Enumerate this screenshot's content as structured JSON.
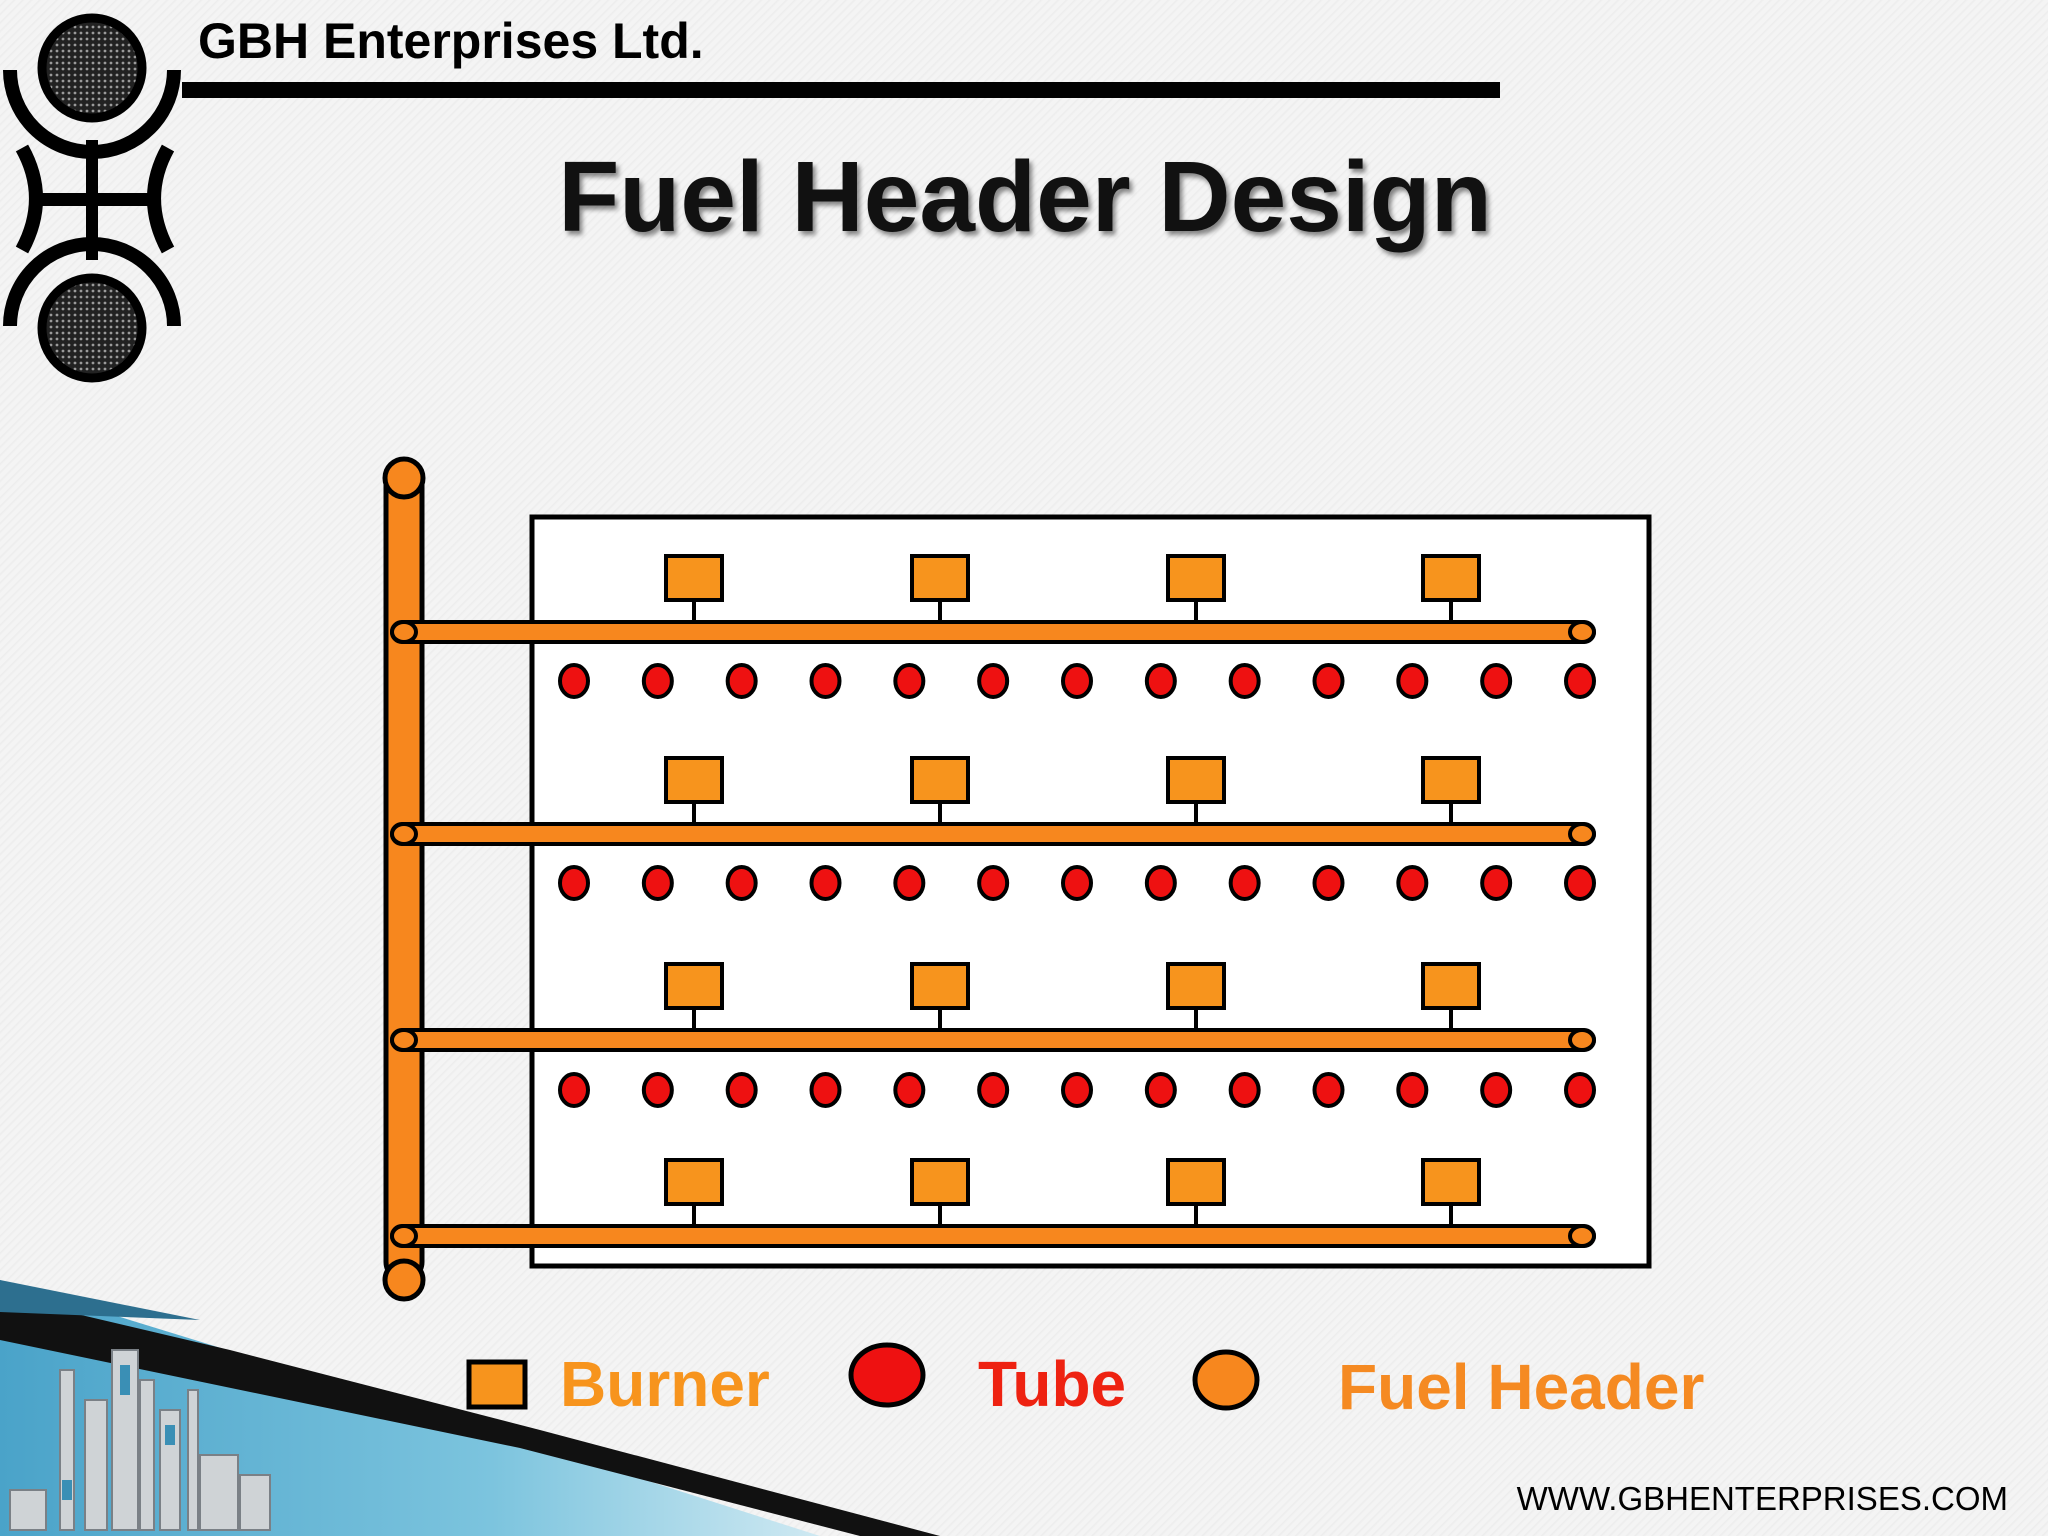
{
  "header": {
    "company": "GBH Enterprises Ltd.",
    "title": "Fuel Header Design"
  },
  "diagram": {
    "fuel_header_rows": 4,
    "burners_per_row": 4,
    "tube_rows": 3,
    "tubes_per_row": 13,
    "colors": {
      "burner_fill": "#f7941d",
      "tube_fill": "#ee1111",
      "header_fill": "#f7871e",
      "outline": "#000000"
    }
  },
  "legend": {
    "burner_label": "Burner",
    "tube_label": "Tube",
    "fuel_header_label": "Fuel Header",
    "burner_color": "#f7941d",
    "tube_color": "#ee2211",
    "fuel_header_color": "#f58a22"
  },
  "footer": {
    "url": "WWW.GBHENTERPRISES.COM"
  }
}
